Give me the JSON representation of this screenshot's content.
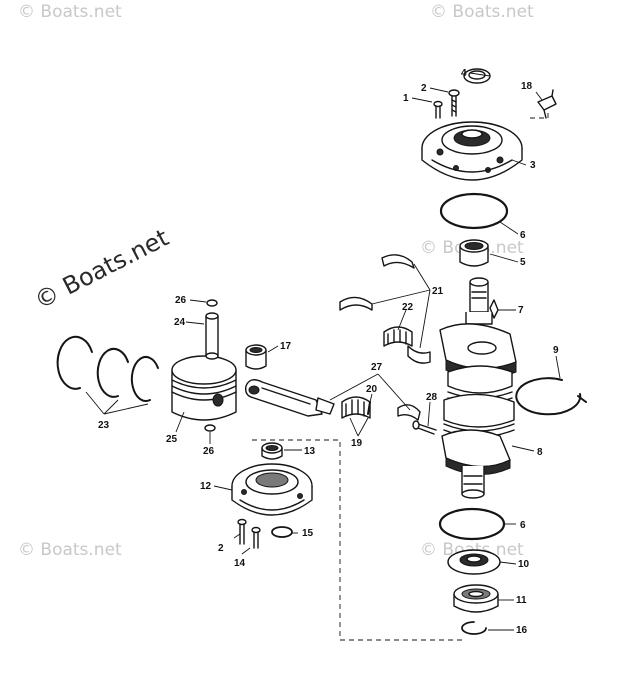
{
  "watermark": {
    "text": "© Boats.net"
  },
  "callouts": {
    "c1": "1",
    "c2a": "2",
    "c2b": "2",
    "c3": "3",
    "c4": "4",
    "c5": "5",
    "c6a": "6",
    "c6b": "6",
    "c7": "7",
    "c8": "8",
    "c9": "9",
    "c10": "10",
    "c11": "11",
    "c12": "12",
    "c13": "13",
    "c14": "14",
    "c15": "15",
    "c16": "16",
    "c17": "17",
    "c18": "18",
    "c19": "19",
    "c20": "20",
    "c21": "21",
    "c22": "22",
    "c23": "23",
    "c24": "24",
    "c25": "25",
    "c26a": "26",
    "c26b": "26",
    "c27": "27",
    "c28": "28"
  },
  "colors": {
    "ink": "#151515",
    "background": "#ffffff",
    "watermark": "#c8c8c8"
  }
}
